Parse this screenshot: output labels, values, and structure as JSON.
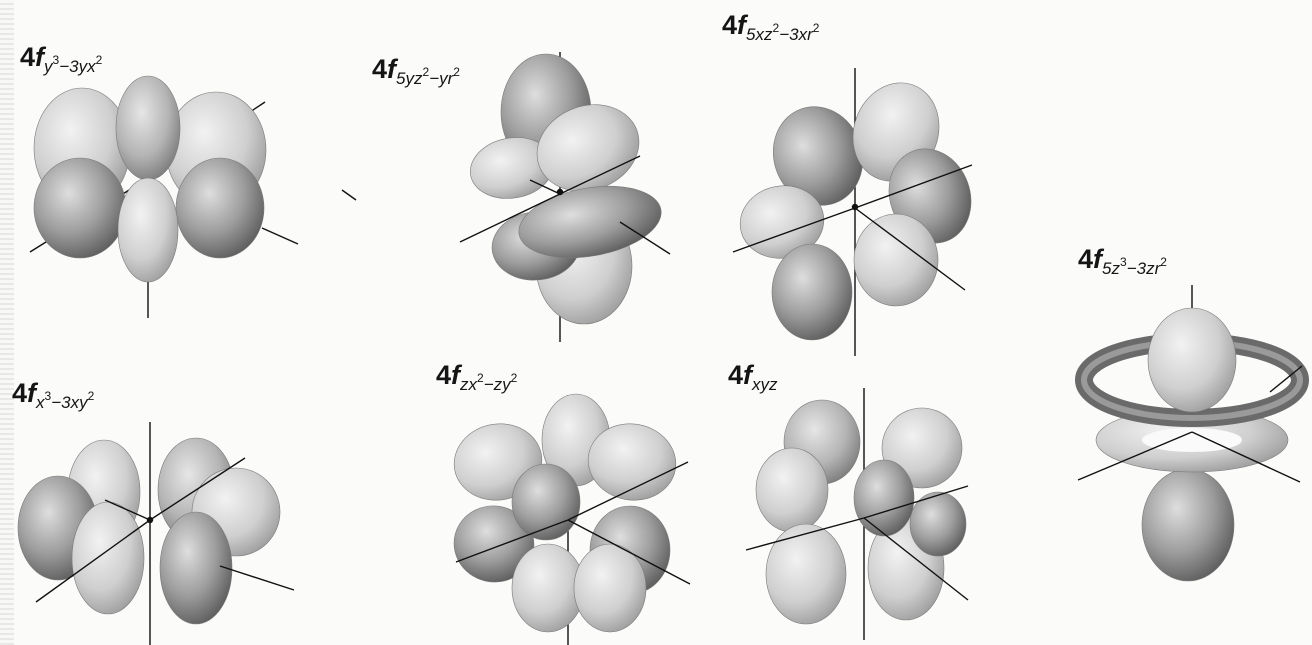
{
  "orbitals": [
    {
      "id": "y3-3yx2",
      "prefix": "4",
      "f": "f",
      "sub_parts": [
        "y",
        "3",
        "−3yx",
        "2",
        ""
      ]
    },
    {
      "id": "5yz2-yr2",
      "prefix": "4",
      "f": "f",
      "sub_parts": [
        "5yz",
        "2",
        "−yr",
        "2",
        ""
      ]
    },
    {
      "id": "5xz2-3xr2",
      "prefix": "4",
      "f": "f",
      "sub_parts": [
        "5xz",
        "2",
        "−3xr",
        "2",
        ""
      ]
    },
    {
      "id": "5z3-3zr2",
      "prefix": "4",
      "f": "f",
      "sub_parts": [
        "5z",
        "3",
        "−3zr",
        "2",
        ""
      ]
    },
    {
      "id": "x3-3xy2",
      "prefix": "4",
      "f": "f",
      "sub_parts": [
        "x",
        "3",
        "−3xy",
        "2",
        ""
      ]
    },
    {
      "id": "zx2-zy2",
      "prefix": "4",
      "f": "f",
      "sub_parts": [
        "zx",
        "2",
        "−zy",
        "2",
        ""
      ]
    },
    {
      "id": "xyz",
      "prefix": "4",
      "f": "f",
      "sub_parts": [
        "xyz",
        "",
        "",
        "",
        ""
      ]
    }
  ],
  "colors": {
    "lobe_dark": "#6e6e6e",
    "lobe_light": "#dcdcdc",
    "axis": "#111111",
    "label": "#151515"
  }
}
